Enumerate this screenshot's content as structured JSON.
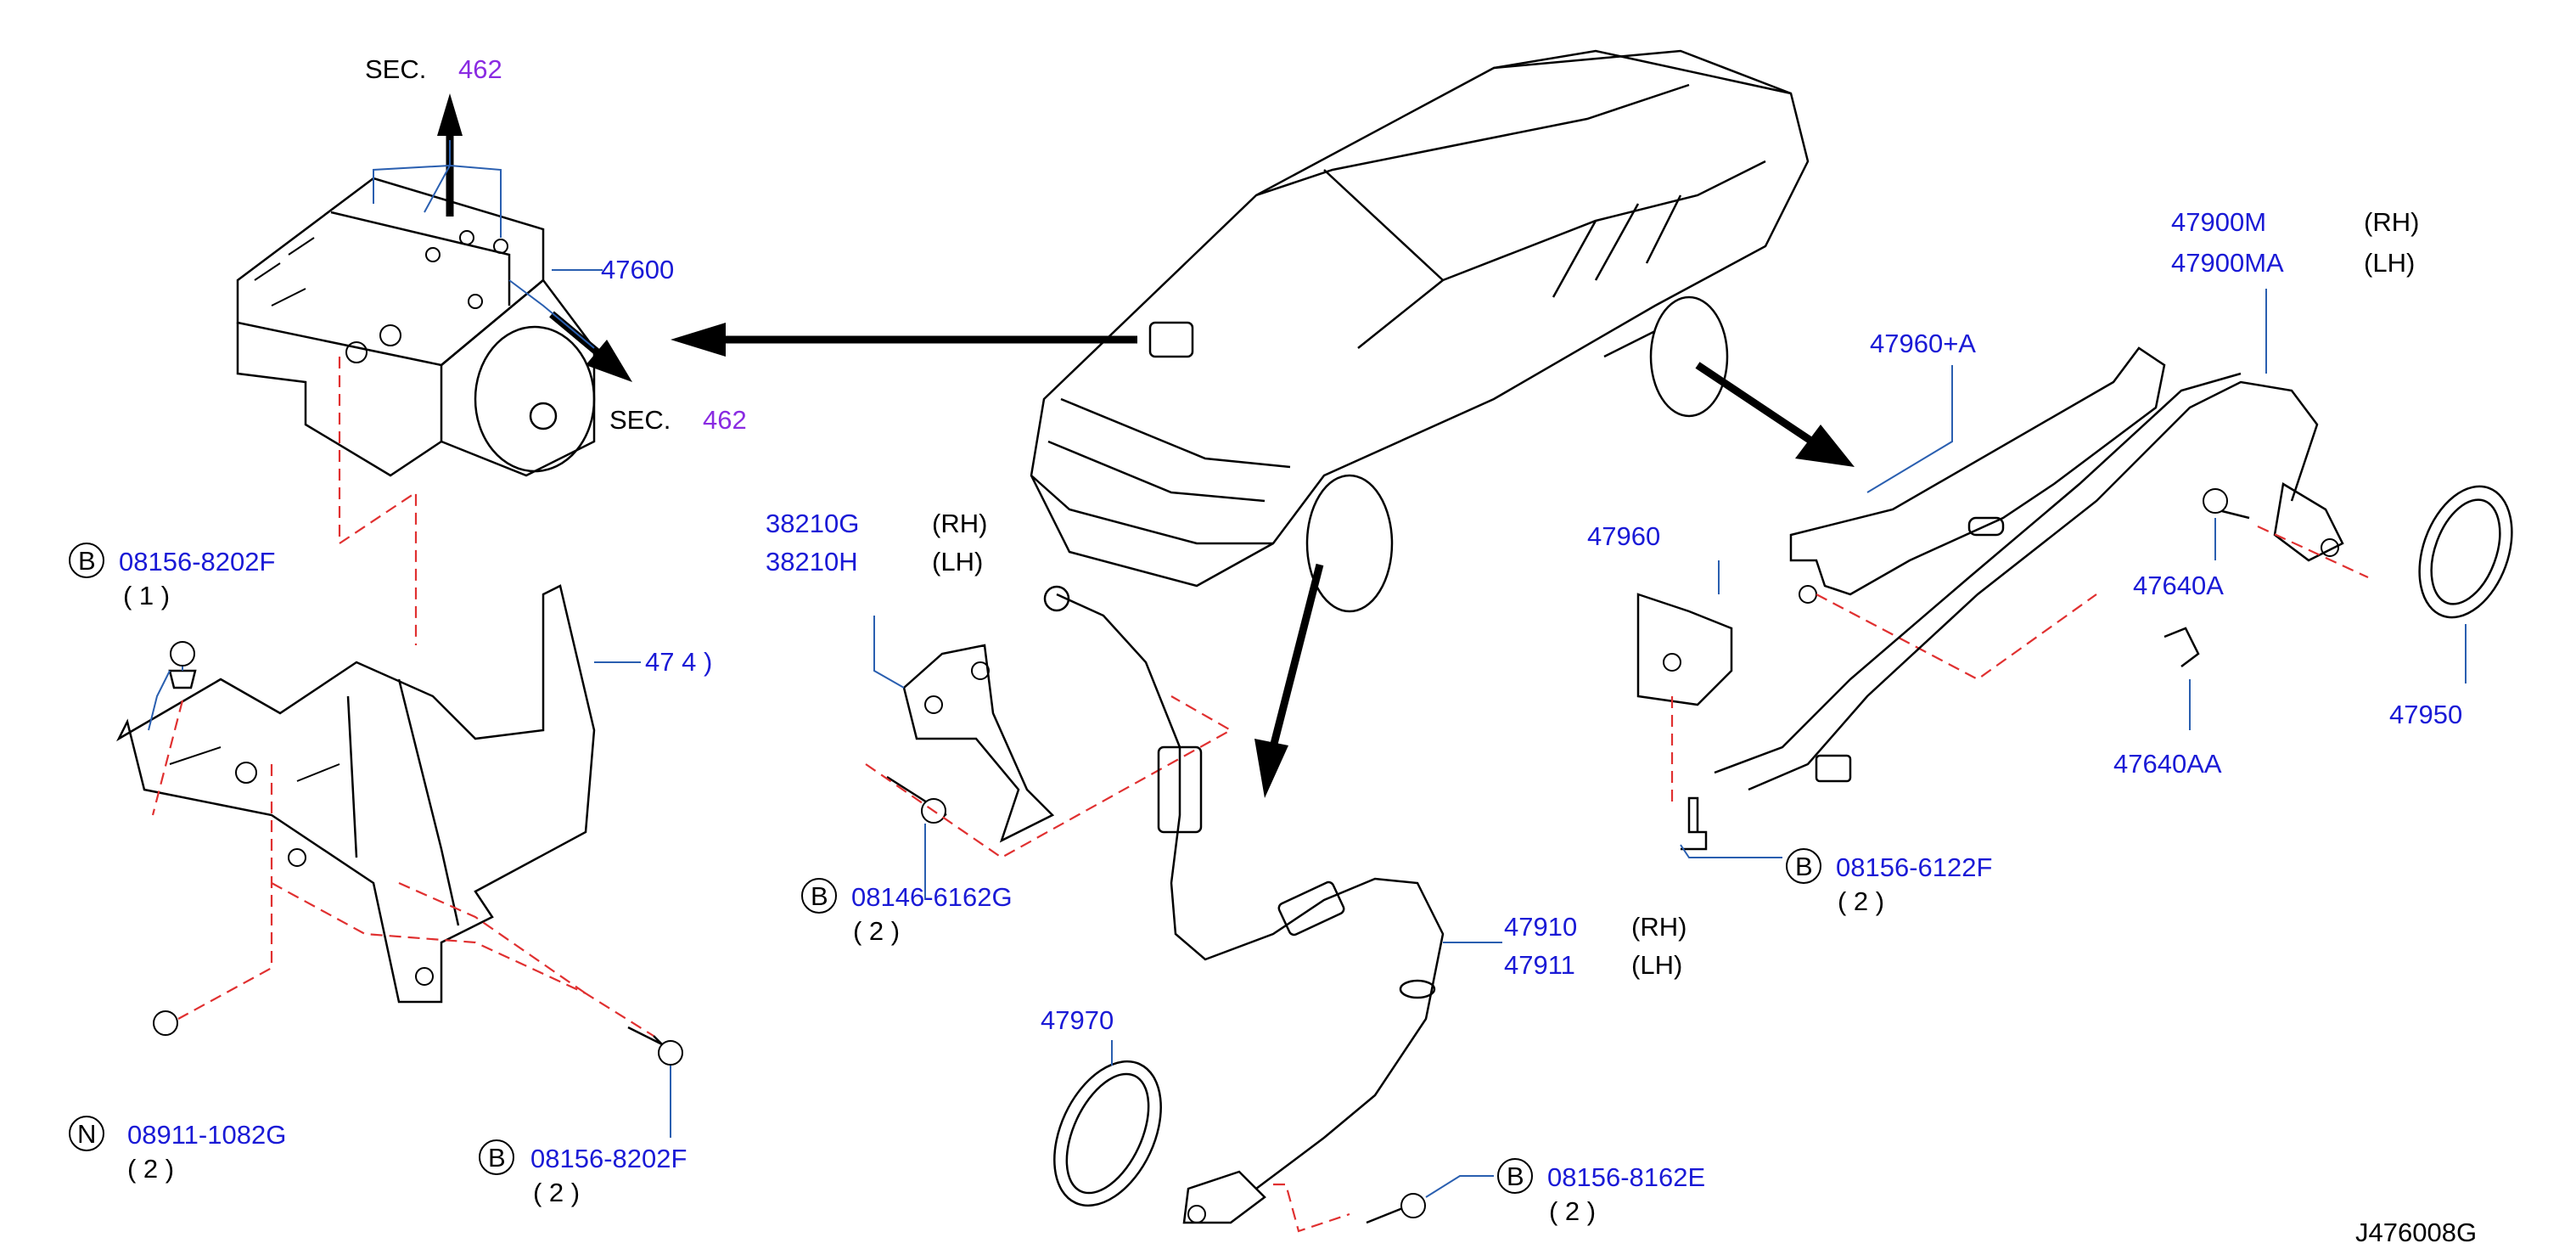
{
  "labels": {
    "sec_top": "SEC.",
    "sec_top_num": "462",
    "sec_right": "SEC.",
    "sec_right_num": "462",
    "p47600": "47600",
    "p47840": "47 4 )",
    "b_08156_8202F_top": "08156-8202F",
    "qty_1": "( 1 )",
    "n_08911_1082G": "08911-1082G",
    "qty_n": "( 2 )",
    "b_08156_8202F_bottom": "08156-8202F",
    "qty_b_bottom": "( 2 )",
    "p38210G": "38210G",
    "p38210H": "38210H",
    "rh1": "(RH)",
    "lh1": "(LH)",
    "b_08146_6162G": "08146-6162G",
    "qty_08146": "( 2 )",
    "p47910": "47910",
    "p47911": "47911",
    "rh2": "(RH)",
    "lh2": "(LH)",
    "p47970": "47970",
    "b_08156_8162E": "08156-8162E",
    "qty_8162E": "( 2 )",
    "p47900M": "47900M",
    "p47900MA": "47900MA",
    "rh3": "(RH)",
    "lh3": "(LH)",
    "p47960A": "47960+A",
    "p47960": "47960",
    "p47640A": "47640A",
    "p47640AA": "47640AA",
    "p47950": "47950",
    "b_08156_6122F": "08156-6122F",
    "qty_6122F": "( 2 )",
    "code": "J476008G"
  },
  "symbols": {
    "b": "B",
    "n": "N"
  },
  "colors": {
    "part_number": "#1a1ad6",
    "section_ref": "#8a2be2",
    "dashed_guide": "#e03030",
    "leader": "#2a5fb0"
  }
}
